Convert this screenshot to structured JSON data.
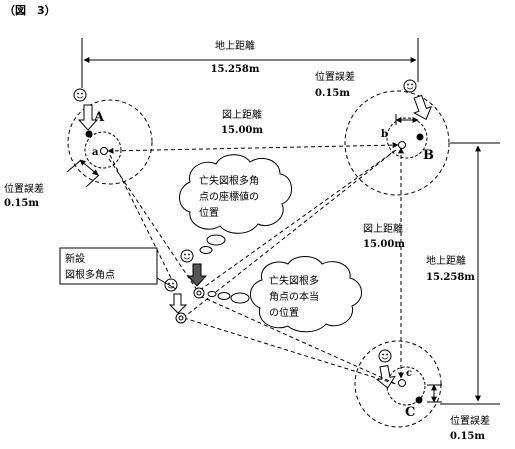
{
  "figure": {
    "title": "（図　3）",
    "points": {
      "A": "A",
      "a": "a",
      "B": "B",
      "b": "b",
      "C": "C",
      "c": "c"
    },
    "ground_distance_top": {
      "label": "地上距離",
      "value": "15.258m"
    },
    "ground_distance_right": {
      "label": "地上距離",
      "value": "15.258m"
    },
    "map_distance_top": {
      "label": "図上距離",
      "value": "15.00m"
    },
    "map_distance_right": {
      "label": "図上距離",
      "value": "15.00m"
    },
    "position_error_left": {
      "label": "位置誤差",
      "value": "0.15m"
    },
    "position_error_top_right": {
      "label": "位置誤差",
      "value": "0.15m"
    },
    "position_error_bottom_right": {
      "label": "位置誤差",
      "value": "0.15m"
    },
    "cloud_upper": [
      "亡失図根多角",
      "点の座標値の",
      "位置"
    ],
    "cloud_lower": [
      "亡失図根多",
      "角点の本当",
      "の位置"
    ],
    "new_point_box": [
      "新設",
      "図根多角点"
    ],
    "colors": {
      "line": "#000000",
      "arrow_fill": "#555555"
    }
  }
}
